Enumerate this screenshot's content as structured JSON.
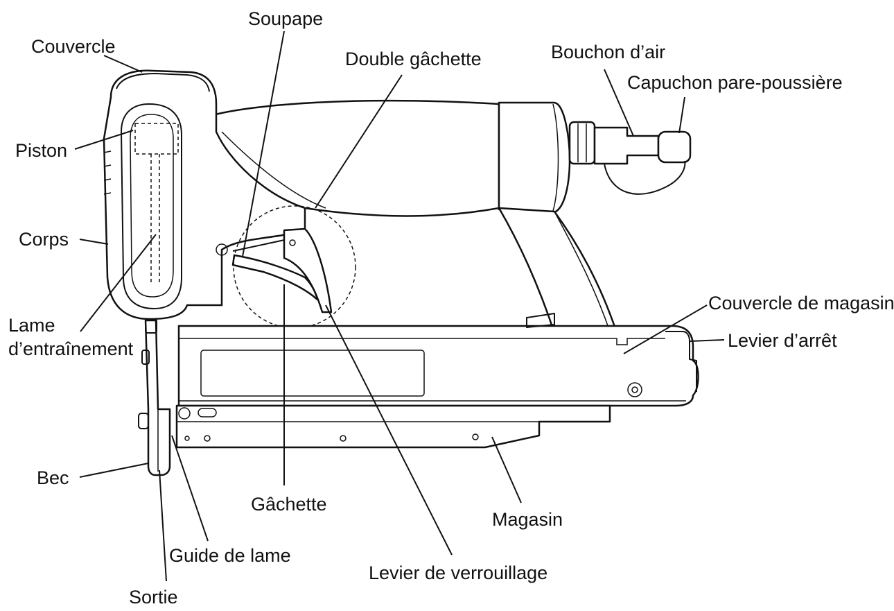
{
  "labels": {
    "couvercle": "Couvercle",
    "soupape": "Soupape",
    "double_gachette": "Double gâchette",
    "bouchon_air": "Bouchon d’air",
    "capuchon": "Capuchon pare-poussière",
    "piston": "Piston",
    "corps": "Corps",
    "lame_1": "Lame",
    "lame_2": "d’entraînement",
    "couvercle_magasin": "Couvercle de magasin",
    "levier_arret": "Levier d’arrêt",
    "bec": "Bec",
    "gachette": "Gâchette",
    "magasin": "Magasin",
    "guide_lame": "Guide de lame",
    "levier_verrouillage": "Levier de verrouillage",
    "sortie": "Sortie"
  }
}
